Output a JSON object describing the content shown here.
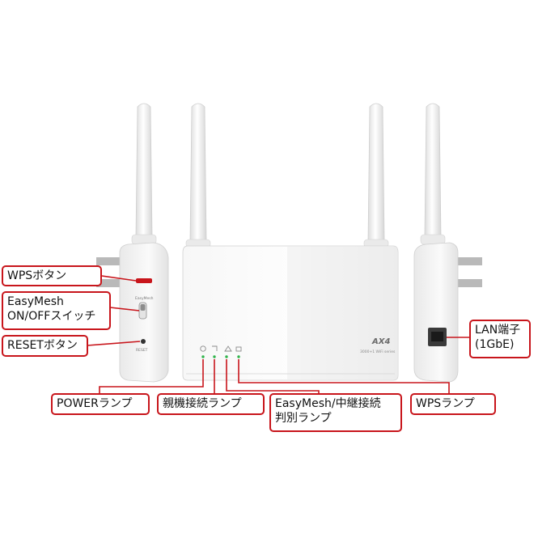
{
  "device": {
    "model_mark": "AX4",
    "model_name": "3000+1 WiFi series",
    "side_switch_label": "EasyMesh",
    "side_reset_label": "RESET"
  },
  "callouts": {
    "wps_button": "WPSボタン",
    "easymesh_switch": {
      "line1": "EasyMesh",
      "line2": "ON/OFFスイッチ"
    },
    "reset_button": "RESETボタン",
    "lan_port": {
      "line1": "LAN端子",
      "line2": "(1GbE)"
    },
    "power_lamp": "POWERランプ",
    "parent_lamp": "親機接続ランプ",
    "easymesh_lamp": {
      "line1": "EasyMesh/中継接続",
      "line2": "判別ランプ"
    },
    "wps_lamp": "WPSランプ"
  },
  "colors": {
    "callout_border": "#c8151b",
    "lamp_green": "#2fb34a",
    "device_body": "#f2f2f2"
  }
}
